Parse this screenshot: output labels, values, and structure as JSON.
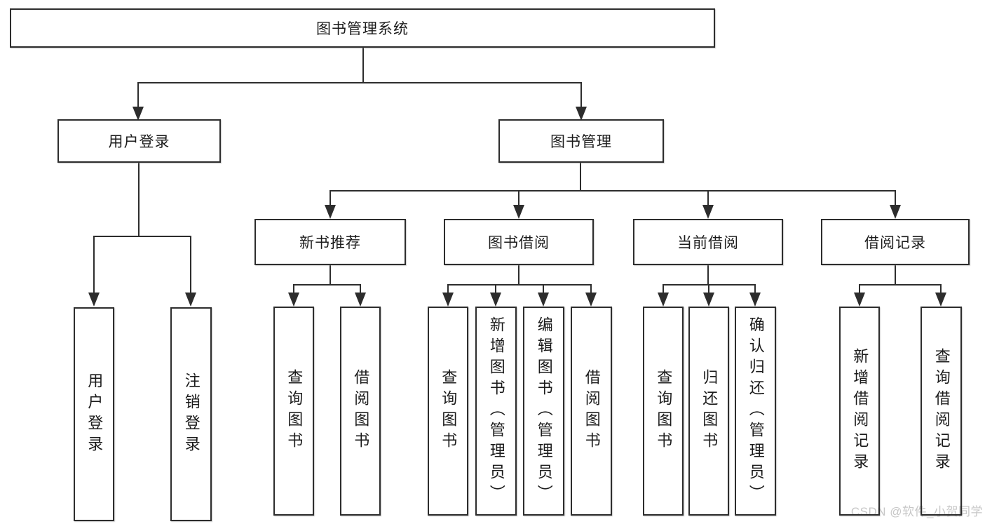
{
  "tree": {
    "label": "图书管理系统",
    "children": [
      {
        "label": "用户登录",
        "children": [
          {
            "label": "用户登录"
          },
          {
            "label": "注销登录"
          }
        ]
      },
      {
        "label": "图书管理",
        "children": [
          {
            "label": "新书推荐",
            "children": [
              {
                "label": "查询图书"
              },
              {
                "label": "借阅图书"
              }
            ]
          },
          {
            "label": "图书借阅",
            "children": [
              {
                "label": "查询图书"
              },
              {
                "label": "新增图书（管理员）"
              },
              {
                "label": "编辑图书（管理员）"
              },
              {
                "label": "借阅图书"
              }
            ]
          },
          {
            "label": "当前借阅",
            "children": [
              {
                "label": "查询图书"
              },
              {
                "label": "归还图书"
              },
              {
                "label": "确认归还（管理员）"
              }
            ]
          },
          {
            "label": "借阅记录",
            "children": [
              {
                "label": "新增借阅记录"
              },
              {
                "label": "查询借阅记录"
              }
            ]
          }
        ]
      }
    ]
  },
  "watermark": "CSDN @软件_小贺同学",
  "colors": {
    "line": "#2d2d2d",
    "box_border": "#2d2d2d",
    "text": "#1b1b1b",
    "watermark": "#c7c7c7",
    "background": "#ffffff"
  }
}
